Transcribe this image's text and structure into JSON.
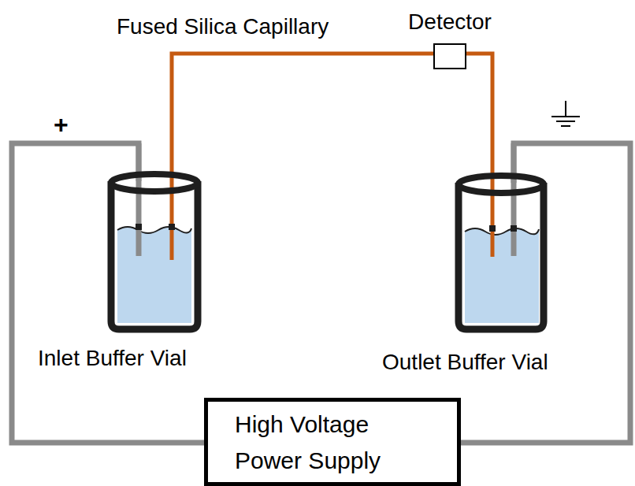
{
  "diagram": {
    "nodes": [
      {
        "text": [
          "Detector"
        ]
      },
      {
        "text": [
          "High Voltage Power Supply"
        ]
      }
    ],
    "labels": [
      "Fused Silica Capillary",
      "+",
      "Inlet Buffer Vial",
      "Outlet Buffer Vial"
    ]
  }
}
